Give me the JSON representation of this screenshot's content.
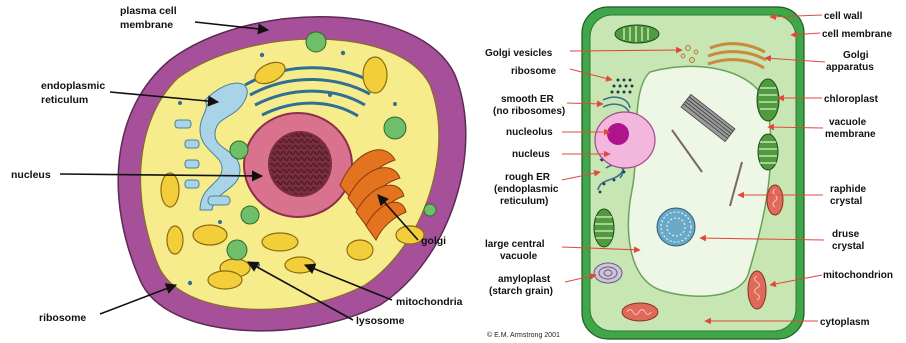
{
  "animal_cell": {
    "labels": {
      "plasma_membrane": [
        "plasma cell",
        "membrane"
      ],
      "endoplasmic_reticulum": [
        "endoplasmic",
        "reticulum"
      ],
      "nucleus": "nucleus",
      "golgi": "golgi",
      "mitochondria": "mitochondria",
      "lysosome": "lysosome",
      "ribosome": "ribosome"
    },
    "colors": {
      "membrane": "#a6509a",
      "cytoplasm": "#f7ec8c",
      "nucleus": "#d9728f",
      "er": "#a9d4e8",
      "golgi": "#e4731f",
      "mitochondria": "#f2cf3a",
      "lysosome": "#6fbf6a"
    }
  },
  "plant_cell": {
    "labels": {
      "golgi_vesicles": "Golgi vesicles",
      "ribosome": "ribosome",
      "smooth_er": [
        "smooth ER",
        "(no ribosomes)"
      ],
      "nucleolus": "nucleolus",
      "nucleus": "nucleus",
      "rough_er": [
        "rough ER",
        "(endoplasmic",
        "reticulum)"
      ],
      "large_central_vacuole": [
        "large central",
        "vacuole"
      ],
      "amyloplast": [
        "amyloplast",
        "(starch grain)"
      ],
      "cell_wall": "cell wall",
      "cell_membrane": "cell membrane",
      "golgi_apparatus": [
        "Golgi",
        "apparatus"
      ],
      "chloroplast": "chloroplast",
      "vacuole_membrane": [
        "vacuole",
        "membrane"
      ],
      "raphide_crystal": [
        "raphide",
        "crystal"
      ],
      "druse_crystal": [
        "druse",
        "crystal"
      ],
      "mitochondrion": "mitochondrion",
      "cytoplasm": "cytoplasm"
    },
    "credit": "© E.M. Armstrong 2001",
    "colors": {
      "cell_wall": "#3fa64a",
      "cytoplasm": "#c8e6b4",
      "vacuole": "#eef7e6",
      "chloroplast": "#4f9b3e",
      "nucleus": "#f3b6dd",
      "nucleolus": "#b0148c",
      "mitochondrion": "#e06a5a",
      "pointer": "#e0493a"
    }
  }
}
